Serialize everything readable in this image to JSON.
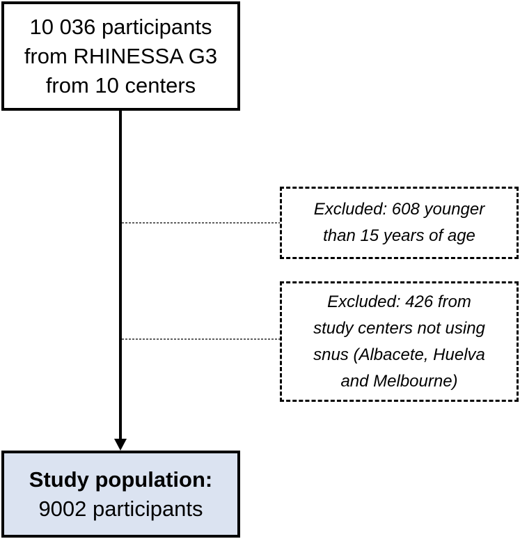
{
  "top_box": {
    "lines": [
      "10 036 participants",
      "from RHINESSA G3",
      "from 10 centers"
    ]
  },
  "exclusion_1": {
    "lines": [
      "Excluded: 608 younger",
      "than 15 years of age"
    ]
  },
  "exclusion_2": {
    "lines": [
      "Excluded: 426 from",
      "study centers not using",
      "snus (Albacete, Huelva",
      "and Melbourne)"
    ]
  },
  "bottom_box": {
    "title": "Study population:",
    "subtitle": "9002 participants"
  },
  "colors": {
    "bottom_box_fill": "#dbe3f1",
    "border": "#000000"
  }
}
